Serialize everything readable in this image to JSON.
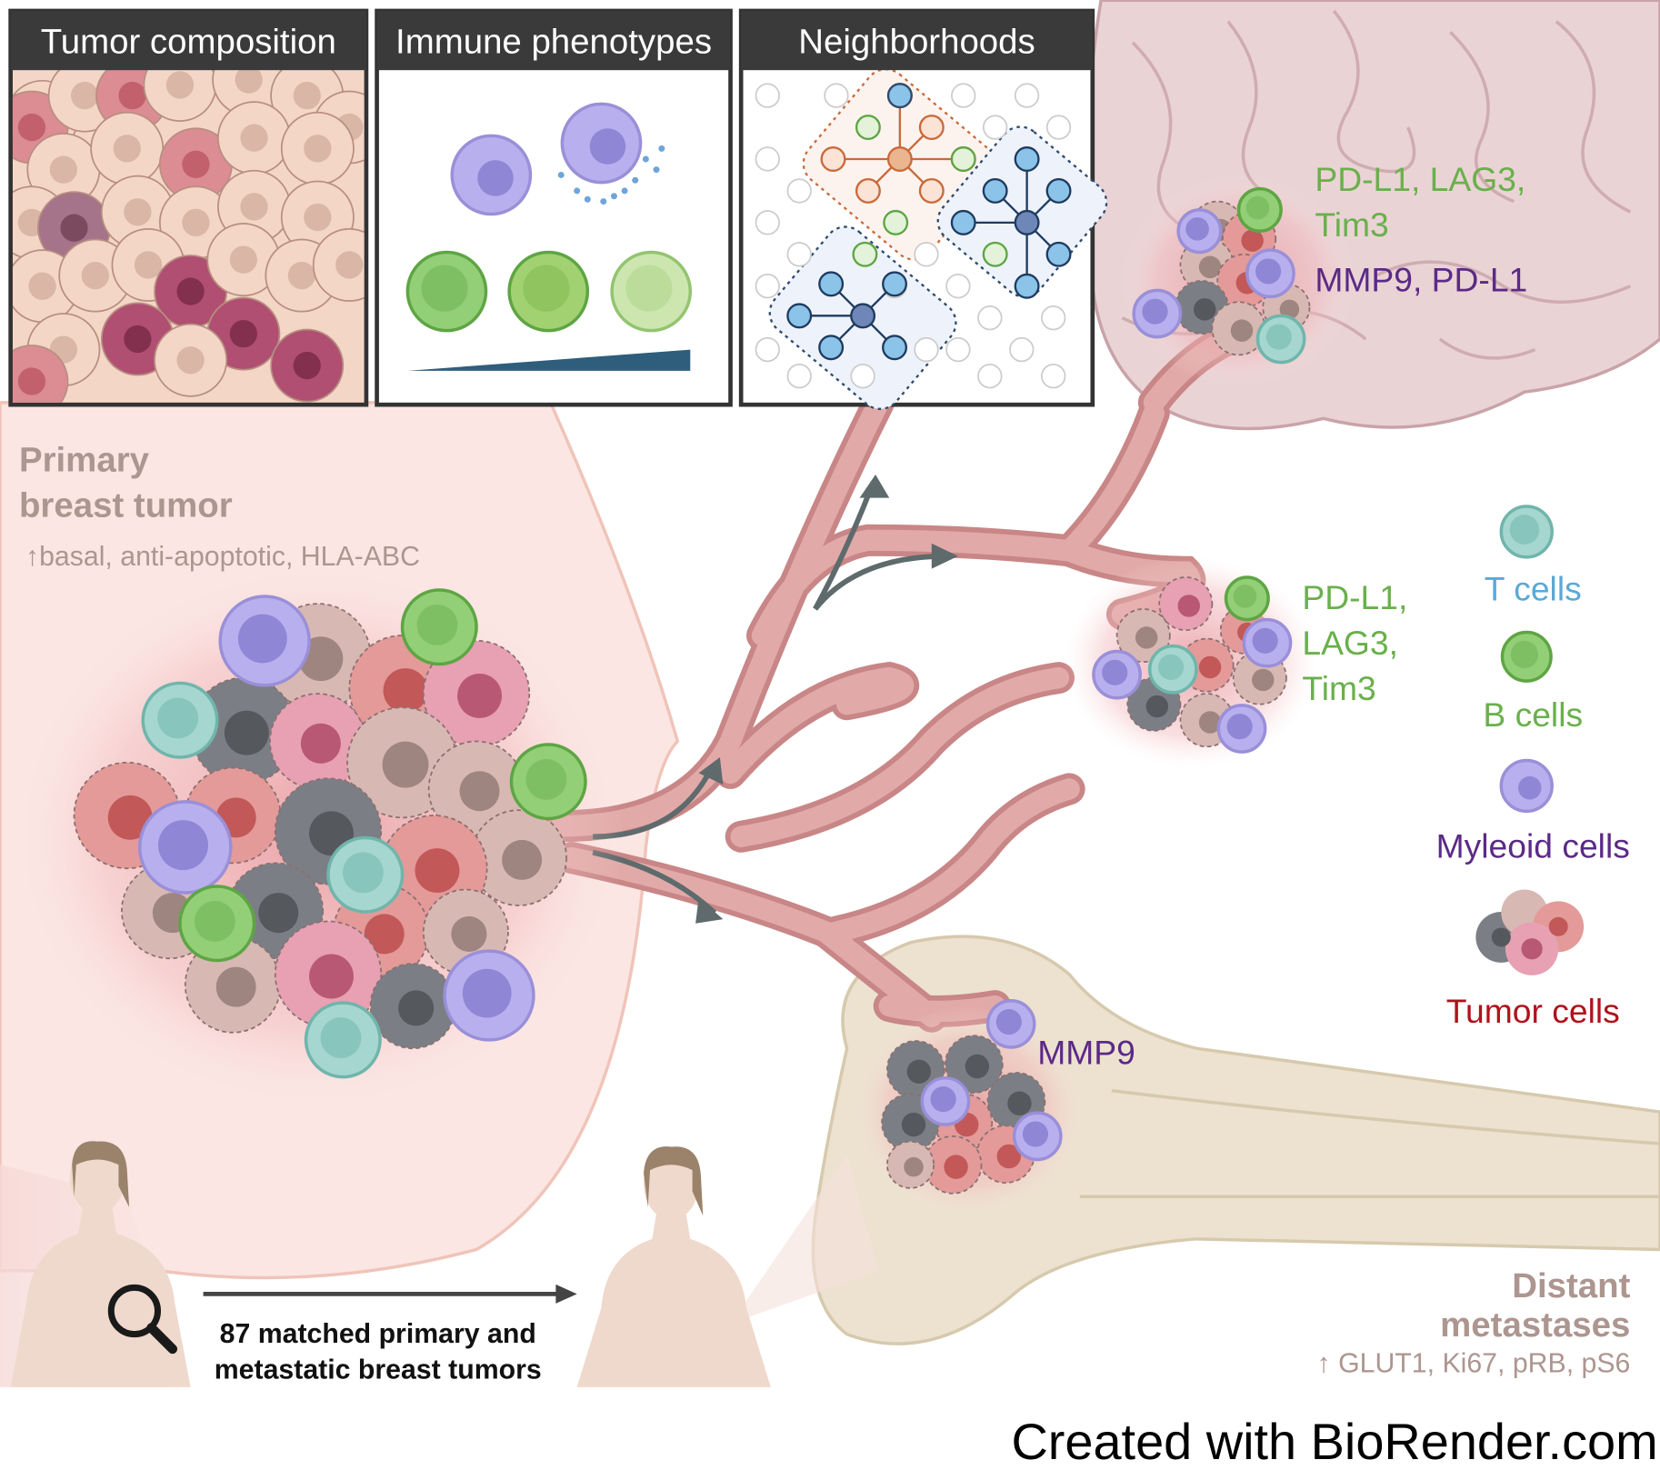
{
  "panels": [
    {
      "title": "Tumor composition"
    },
    {
      "title": "Immune phenotypes"
    },
    {
      "title": "Neighborhoods"
    }
  ],
  "primary": {
    "title_line1": "Primary",
    "title_line2": "breast tumor",
    "markers": "↑basal, anti-apoptotic, HLA-ABC"
  },
  "brain_met": {
    "green_line1": "PD-L1, LAG3,",
    "green_line2": "Tim3",
    "purple": "MMP9, PD-L1"
  },
  "mid_met": {
    "line1": "PD-L1,",
    "line2": "LAG3,",
    "line3": "Tim3"
  },
  "bone_met": {
    "label": "MMP9"
  },
  "legend": {
    "t_cells": "T cells",
    "b_cells": "B cells",
    "myeloid": "Myleoid cells",
    "tumor": "Tumor cells"
  },
  "cohort": {
    "line1": "87 matched primary and",
    "line2": "metastatic breast tumors"
  },
  "distant": {
    "title_line1": "Distant",
    "title_line2": "metastases",
    "markers": "↑ GLUT1, Ki67, pRB, pS6"
  },
  "credit": "Created with BioRender.com",
  "colors": {
    "green_label": "#6ab04c",
    "purple_label": "#5b2a86",
    "t_cell_label": "#5aa9d6",
    "tumor_label": "#b0121b",
    "muted_title": "#ad9690",
    "panel_header": "#3a3a3a",
    "vessel": "#d99a9a"
  },
  "icons": [
    "magnifier-icon",
    "arrow-icon",
    "t-cell-icon",
    "b-cell-icon",
    "myeloid-cell-icon",
    "tumor-cell-icon"
  ]
}
